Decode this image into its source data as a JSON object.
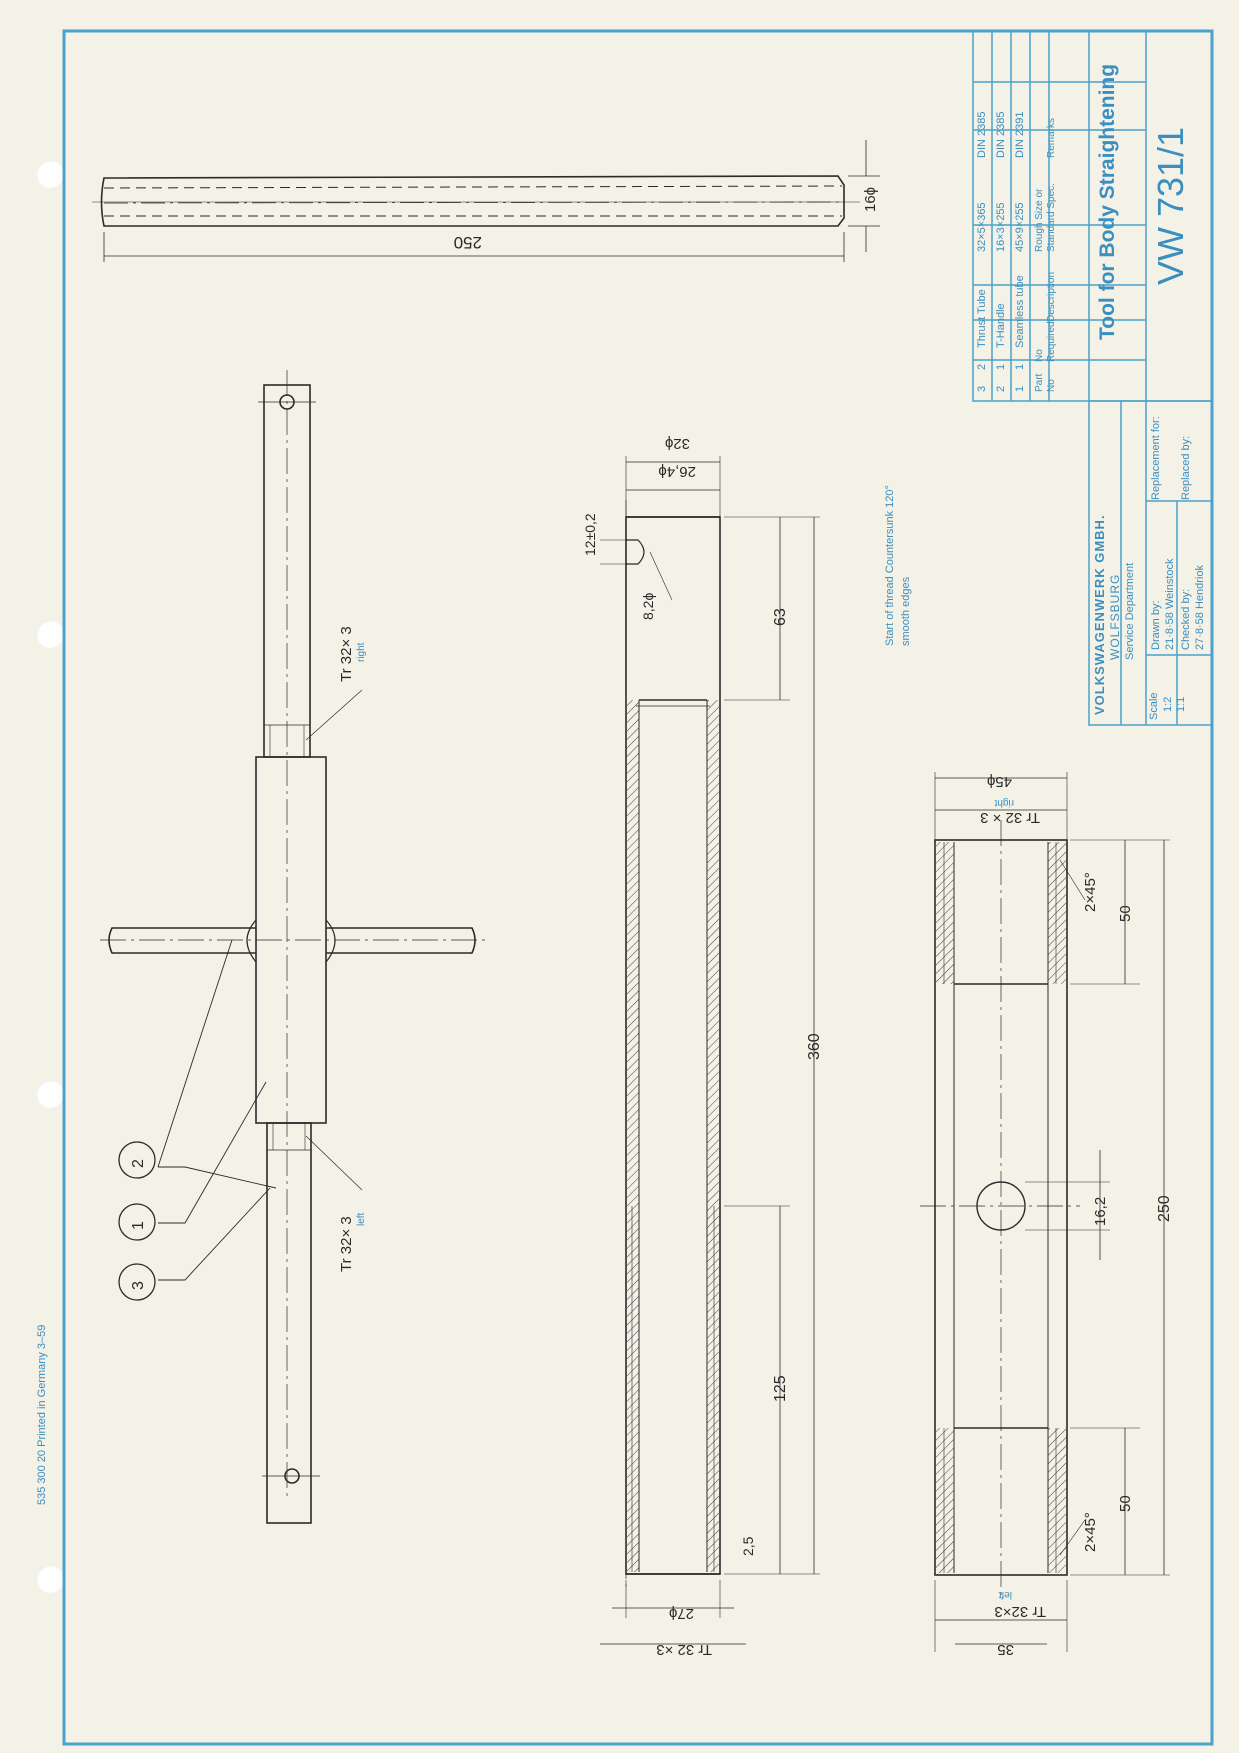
{
  "colors": {
    "border": "#4aa3cc",
    "ink": "#2b2b2b",
    "accent": "#3a8fc0",
    "paper": "#f4f1e6"
  },
  "print_info": "535 300 20   Printed in Germany   3–59",
  "title": "Tool for Body Straightening",
  "drawing_no": "VW 731/1",
  "company": {
    "name": "VOLKSWAGENWERK GMBH.",
    "city": "WOLFSBURG",
    "department": "Service Department",
    "scale_label": "Scale",
    "scale_1": "1:2",
    "scale_2": "1:1",
    "drawn_label": "Drawn by:",
    "drawn_value": "21·8·58 Weinstock",
    "checked_label": "Checked by:",
    "checked_value": "27·8·58 Hendriok",
    "replacement_label": "Replacement for:",
    "replaced_label": "Replaced by:"
  },
  "parts_headers": {
    "part_no": "Part No",
    "no_required": "No Required",
    "description": "Description",
    "size": "Rough Size or Standard Spec.",
    "remarks": "Remarks"
  },
  "parts": [
    {
      "part": "3",
      "qty": "2",
      "description": "Thrust Tube",
      "size": "32×5×365",
      "remarks": "DIN 2385"
    },
    {
      "part": "2",
      "qty": "1",
      "description": "T-Handle",
      "size": "16×3×255",
      "remarks": "DIN 2385"
    },
    {
      "part": "1",
      "qty": "1",
      "description": "Seamless tube",
      "size": "45×9×255",
      "remarks": "DIN 2391"
    }
  ],
  "handle_view": {
    "length": "250",
    "diameter": "16ϕ"
  },
  "assembly": {
    "thread_top": "Tr 32× 3",
    "thread_top_side": "right",
    "thread_bottom": "Tr 32× 3",
    "thread_bottom_side": "left",
    "balloons": [
      "2",
      "1",
      "3"
    ]
  },
  "thrust_tube": {
    "d_outer": "32ϕ",
    "d_inner": "26,4ϕ",
    "groove": "12±0,2",
    "hole": "8,2ϕ",
    "len_bore": "63",
    "len_total": "360",
    "len_thread": "125",
    "chamfer": "2,5",
    "d_bottom": "27ϕ",
    "thread": "Tr 32 ×3",
    "note_1": "Start of thread Countersunk 120°",
    "note_2": "smooth edges"
  },
  "seamless_tube": {
    "d_outer": "45ϕ",
    "thread_top": "Tr 32 × 3",
    "thread_top_side": "right",
    "chamfer_top": "2×45°",
    "len_top": "50",
    "hole": "16,2",
    "len_total": "250",
    "chamfer_bottom": "2×45°",
    "len_bottom": "50",
    "thread_bottom": "Tr 32×3",
    "thread_bottom_side": "left",
    "d_bottom": "35"
  }
}
